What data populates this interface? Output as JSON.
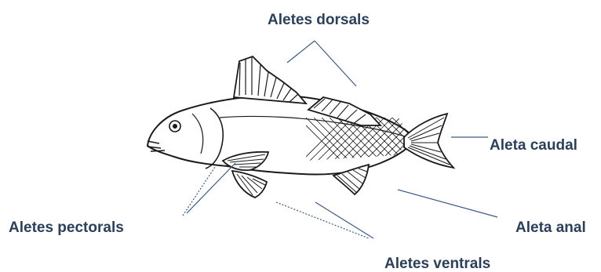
{
  "labels": {
    "dorsal": "Aletes dorsals",
    "caudal": "Aleta caudal",
    "pectoral": "Aletes pectorals",
    "anal": "Aleta anal",
    "ventral": "Aletes ventrals"
  },
  "colors": {
    "label_text": "#2b3f58",
    "leader_line": "#3b5a86",
    "fish_outline": "#1a1a1a"
  }
}
